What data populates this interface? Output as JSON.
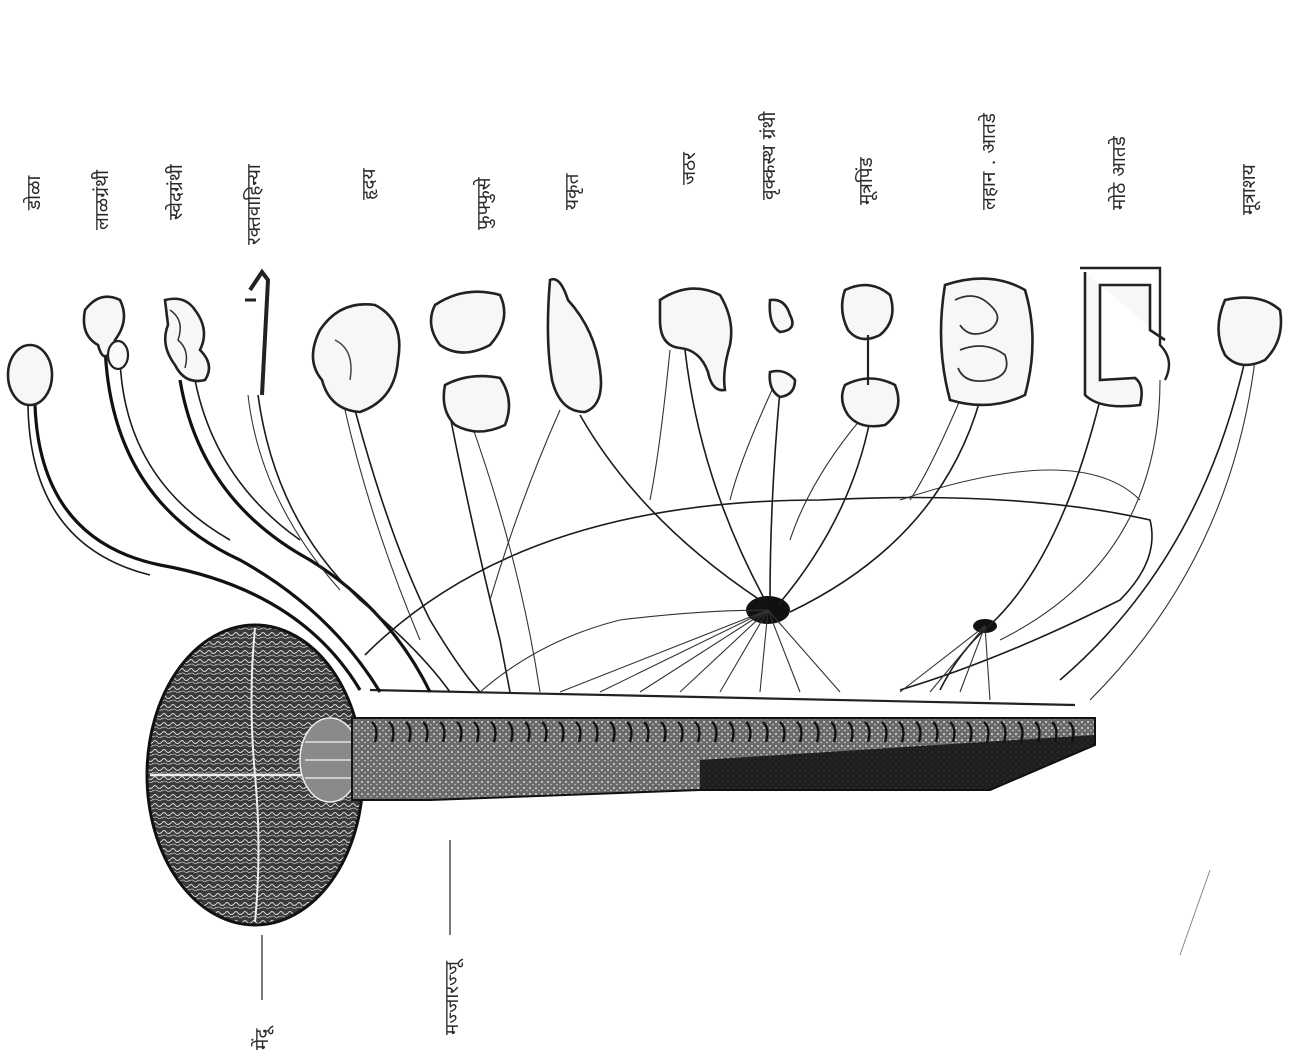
{
  "labels": {
    "eye": "डोळा",
    "salivary_gland": "लाळग्रंथी",
    "sweat_gland": "स्वेदग्रंथी",
    "blood_vessels": "रक्तवाहिन्या",
    "heart": "हृदय",
    "lungs": "फुफ्फुसे",
    "liver": "यकृत",
    "stomach": "जठर",
    "adrenal_gland": "वृक्कस्थ ग्रंथी",
    "kidney": "मूत्रपिंड",
    "small_intestine": "लहान . आतडे",
    "large_intestine": "मोठे आतडे",
    "bladder": "मूत्राशय",
    "brain": "मेंदू",
    "spinal_cord": "मज्जारज्जू"
  }
}
